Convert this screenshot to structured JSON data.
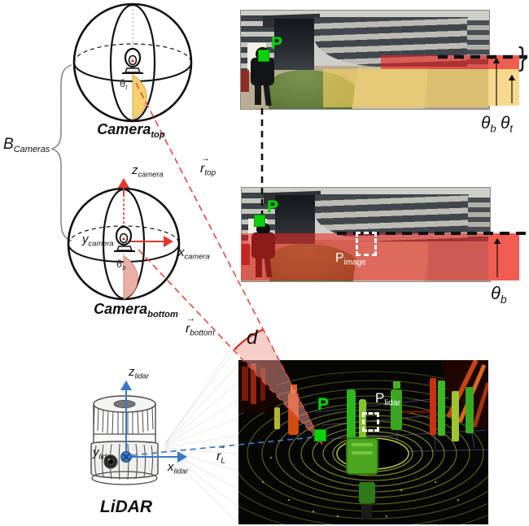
{
  "colors": {
    "accent_red": "#e0382e",
    "band_red": "#ee3428",
    "band_yellow": "#f3d483",
    "marker_green": "#0bd30b",
    "axis_blue": "#3a78c9",
    "wedge_pink": "#f0b4ac"
  },
  "camera_top": {
    "name_main": "Camera",
    "name_sub": "top",
    "theta_main": "θ",
    "theta_sub": "t"
  },
  "camera_bottom": {
    "name_main": "Camera",
    "name_sub": "bottom",
    "theta_main": "θ",
    "theta_sub": "b",
    "axis_z_main": "z",
    "axis_z_sub": "camera",
    "axis_x_main": "x",
    "axis_x_sub": "camera",
    "axis_y_main": "y",
    "axis_y_sub": "camera"
  },
  "baseline": {
    "main": "B",
    "sub": "Cameras"
  },
  "rays": {
    "top_main": "r",
    "top_sub": "top",
    "bottom_main": "r",
    "bottom_sub": "bottom",
    "lidar_main": "r",
    "lidar_sub": "L",
    "angle": "d",
    "vector_arrow": "→"
  },
  "pano_top": {
    "marker": "P",
    "theta_b_main": "θ",
    "theta_b_sub": "b",
    "theta_t_main": "θ",
    "theta_t_sub": "t",
    "brace": "}"
  },
  "pano_mid": {
    "marker": "P",
    "p_main": "P",
    "p_sub": "image",
    "theta_main": "θ",
    "theta_sub": "b"
  },
  "lidar_device": {
    "label": "LiDAR",
    "axis_z_main": "z",
    "axis_z_sub": "lidar",
    "axis_x_main": "x",
    "axis_x_sub": "lidar",
    "axis_y_main": "y",
    "axis_y_sub": "lidar"
  },
  "cloud": {
    "marker": "P",
    "p_main": "P",
    "p_sub": "lidar"
  }
}
